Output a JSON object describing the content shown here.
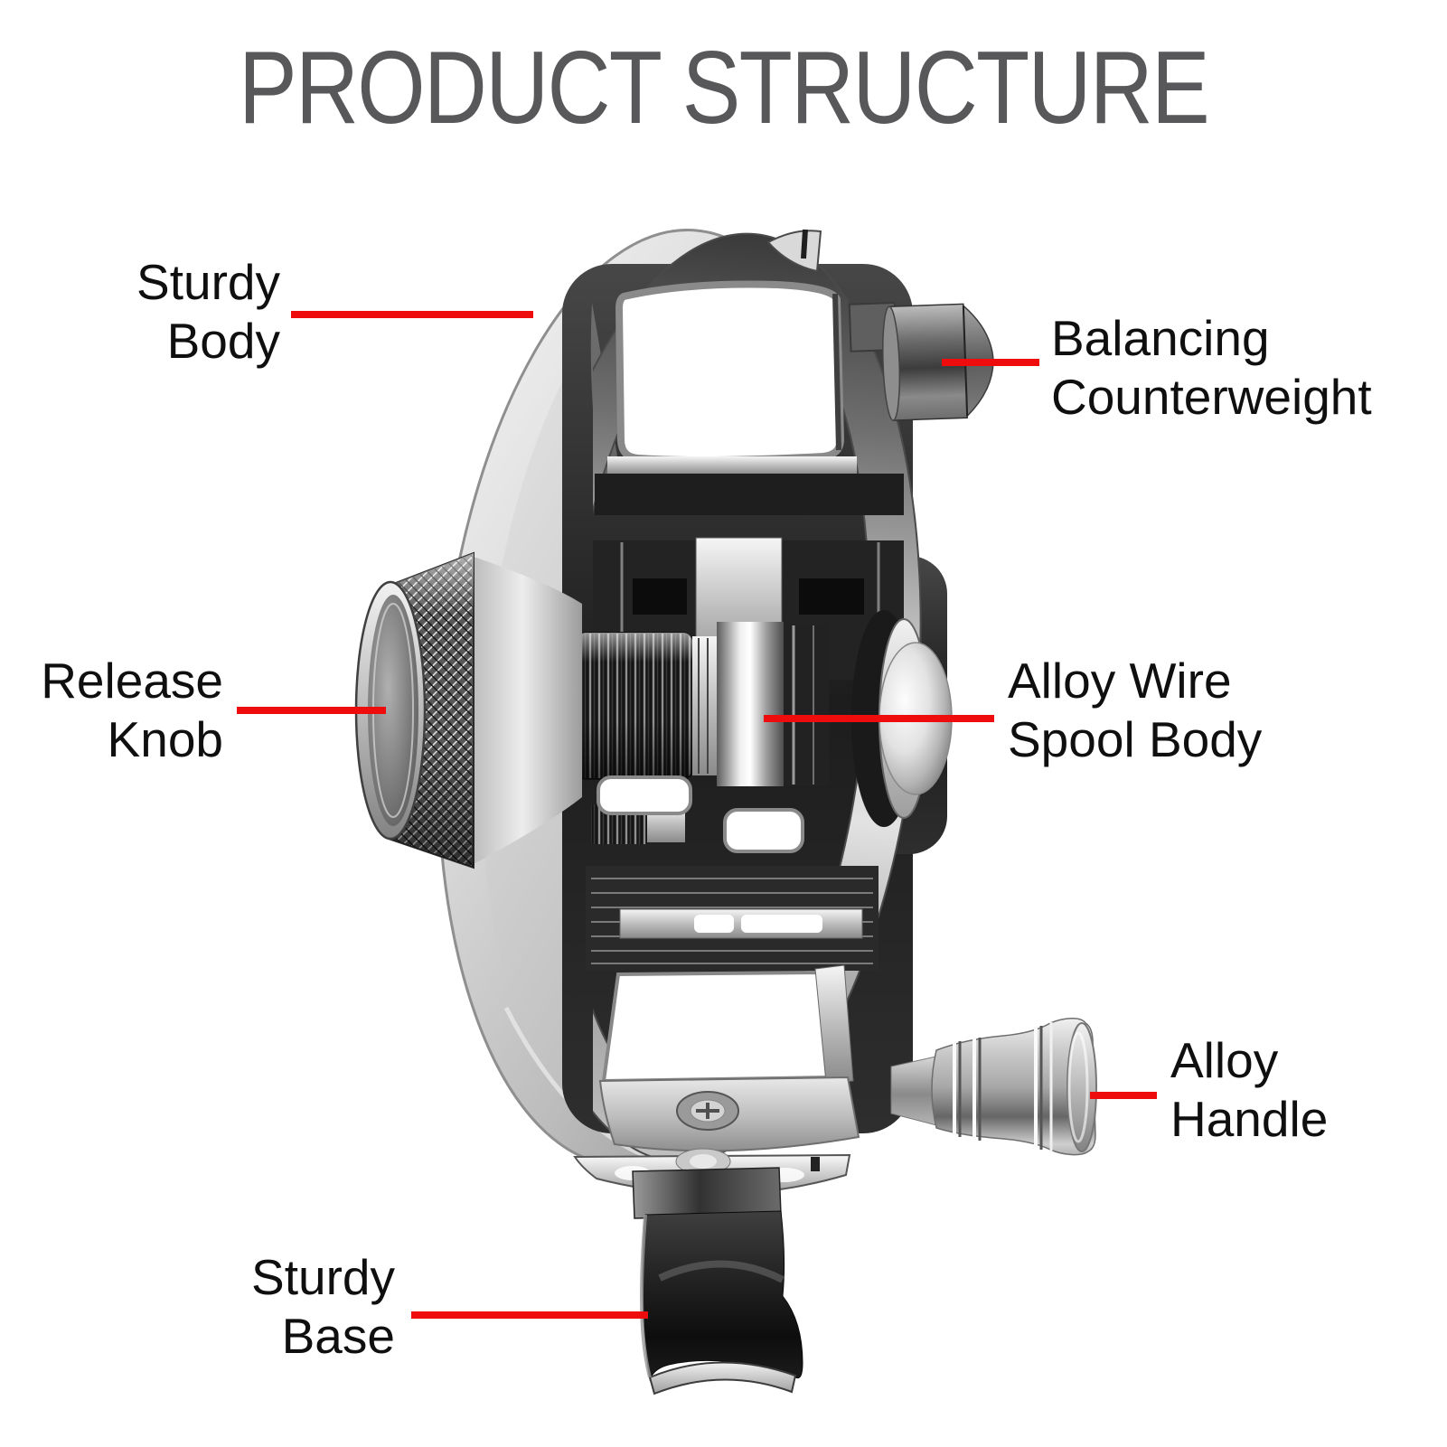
{
  "title": {
    "text": "PRODUCT STRUCTURE",
    "color": "#58585a"
  },
  "colors": {
    "background": "#ffffff",
    "title_gray": "#58585a",
    "label_black": "#0f0f0f",
    "leader_red": "#ee0c0c",
    "metal_light": "#e9e9e9",
    "metal_dark": "#1a1a1a"
  },
  "product": {
    "subject": "fly fishing reel side view"
  },
  "annotations": [
    {
      "id": "sturdy-body",
      "line1": "Sturdy",
      "line2": "Body"
    },
    {
      "id": "balancing-counterweight",
      "line1": "Balancing",
      "line2": "Counterweight"
    },
    {
      "id": "release-knob",
      "line1": "Release",
      "line2": "Knob"
    },
    {
      "id": "alloy-wire-spool-body",
      "line1": "Alloy Wire",
      "line2": "Spool Body"
    },
    {
      "id": "alloy-handle",
      "line1": "Alloy",
      "line2": "Handle"
    },
    {
      "id": "sturdy-base",
      "line1": "Sturdy",
      "line2": "Base"
    }
  ]
}
